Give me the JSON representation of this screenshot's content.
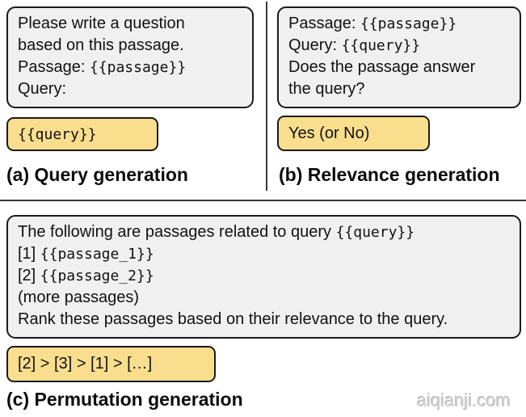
{
  "figure": {
    "panel_a": {
      "prompt": {
        "line1": "Please write a question",
        "line2": "based on this passage.",
        "line3_label": "Passage: ",
        "line3_code": "{{passage}}",
        "line4": "Query:"
      },
      "output": "{{query}}",
      "caption": "(a) Query generation"
    },
    "panel_b": {
      "prompt": {
        "line1_label": "Passage: ",
        "line1_code": "{{passage}}",
        "line2_label": "Query: ",
        "line2_code": "{{query}}",
        "line3": "Does the passage answer",
        "line4": "the query?"
      },
      "output": "Yes (or No)",
      "caption": "(b) Relevance generation"
    },
    "panel_c": {
      "prompt": {
        "line1_label": "The following are passages related to query ",
        "line1_code": "{{query}}",
        "line2_label": "[1] ",
        "line2_code": "{{passage_1}}",
        "line3_label": "[2] ",
        "line3_code": "{{passage_2}}",
        "line4": "(more passages)",
        "line5": "Rank these passages based on their relevance to the query."
      },
      "output": "[2] > [3] > [1] > […]",
      "caption": "(c) Permutation generation"
    },
    "watermark": "aiqianji.com",
    "colors": {
      "prompt_box_bg": "#f0f0f0",
      "output_box_bg": "#f9de8e",
      "box_border": "#1b1b1b",
      "divider": "#3a3a3a",
      "watermark_text": "#cdcdcd",
      "background": "#ffffff"
    }
  }
}
